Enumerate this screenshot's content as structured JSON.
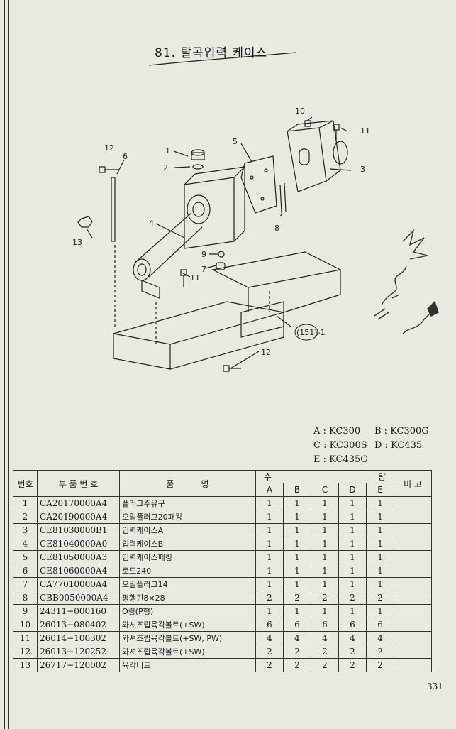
{
  "page": {
    "title": "81. 탈곡입력 케이스",
    "page_number": "331"
  },
  "diagram": {
    "callouts": [
      "1",
      "2",
      "3",
      "4",
      "5",
      "6",
      "7",
      "8",
      "9",
      "10",
      "11",
      "11",
      "12",
      "12",
      "13",
      "(151)-1"
    ]
  },
  "legend": {
    "rows": [
      [
        "A : KC300",
        "B : KC300G"
      ],
      [
        "C : KC300S",
        "D : KC435"
      ],
      [
        "E : KC435G",
        ""
      ]
    ]
  },
  "table": {
    "headers": {
      "no": "번호",
      "part_no": "부 품 번 호",
      "name": "품          명",
      "qty_left": "수",
      "qty_right": "량",
      "remarks": "비 고",
      "models": [
        "A",
        "B",
        "C",
        "D",
        "E"
      ]
    },
    "rows": [
      {
        "no": "1",
        "part": "CA20170000A4",
        "name": "플러그주유구",
        "qty": [
          "1",
          "1",
          "1",
          "1",
          "1"
        ],
        "remark": ""
      },
      {
        "no": "2",
        "part": "CA20190000A4",
        "name": "오일플러그20패킹",
        "qty": [
          "1",
          "1",
          "1",
          "1",
          "1"
        ],
        "remark": ""
      },
      {
        "no": "3",
        "part": "CE81030000B1",
        "name": "입력케이스A",
        "qty": [
          "1",
          "1",
          "1",
          "1",
          "1"
        ],
        "remark": ""
      },
      {
        "no": "4",
        "part": "CE81040000A0",
        "name": "입력케이스B",
        "qty": [
          "1",
          "1",
          "1",
          "1",
          "1"
        ],
        "remark": ""
      },
      {
        "no": "5",
        "part": "CE81050000A3",
        "name": "입력케이스패킹",
        "qty": [
          "1",
          "1",
          "1",
          "1",
          "1"
        ],
        "remark": ""
      },
      {
        "no": "6",
        "part": "CE81060000A4",
        "name": "로드240",
        "qty": [
          "1",
          "1",
          "1",
          "1",
          "1"
        ],
        "remark": ""
      },
      {
        "no": "7",
        "part": "CA77010000A4",
        "name": "오일플러그14",
        "qty": [
          "1",
          "1",
          "1",
          "1",
          "1"
        ],
        "remark": ""
      },
      {
        "no": "8",
        "part": "CBB0050000A4",
        "name": "평행핀8×28",
        "qty": [
          "2",
          "2",
          "2",
          "2",
          "2"
        ],
        "remark": ""
      },
      {
        "no": "9",
        "part": "24311−000160",
        "name": "O링(P형)",
        "qty": [
          "1",
          "1",
          "1",
          "1",
          "1"
        ],
        "remark": ""
      },
      {
        "no": "10",
        "part": "26013−080402",
        "name": "와셔조립육각볼트(+SW)",
        "qty": [
          "6",
          "6",
          "6",
          "6",
          "6"
        ],
        "remark": ""
      },
      {
        "no": "11",
        "part": "26014−100302",
        "name": "와셔조립육각볼트(+SW, PW)",
        "qty": [
          "4",
          "4",
          "4",
          "4",
          "4"
        ],
        "remark": ""
      },
      {
        "no": "12",
        "part": "26013−120252",
        "name": "와셔조립육각볼트(+SW)",
        "qty": [
          "2",
          "2",
          "2",
          "2",
          "2"
        ],
        "remark": ""
      },
      {
        "no": "13",
        "part": "26717−120002",
        "name": "육각너트",
        "qty": [
          "2",
          "2",
          "2",
          "2",
          "2"
        ],
        "remark": ""
      }
    ]
  }
}
